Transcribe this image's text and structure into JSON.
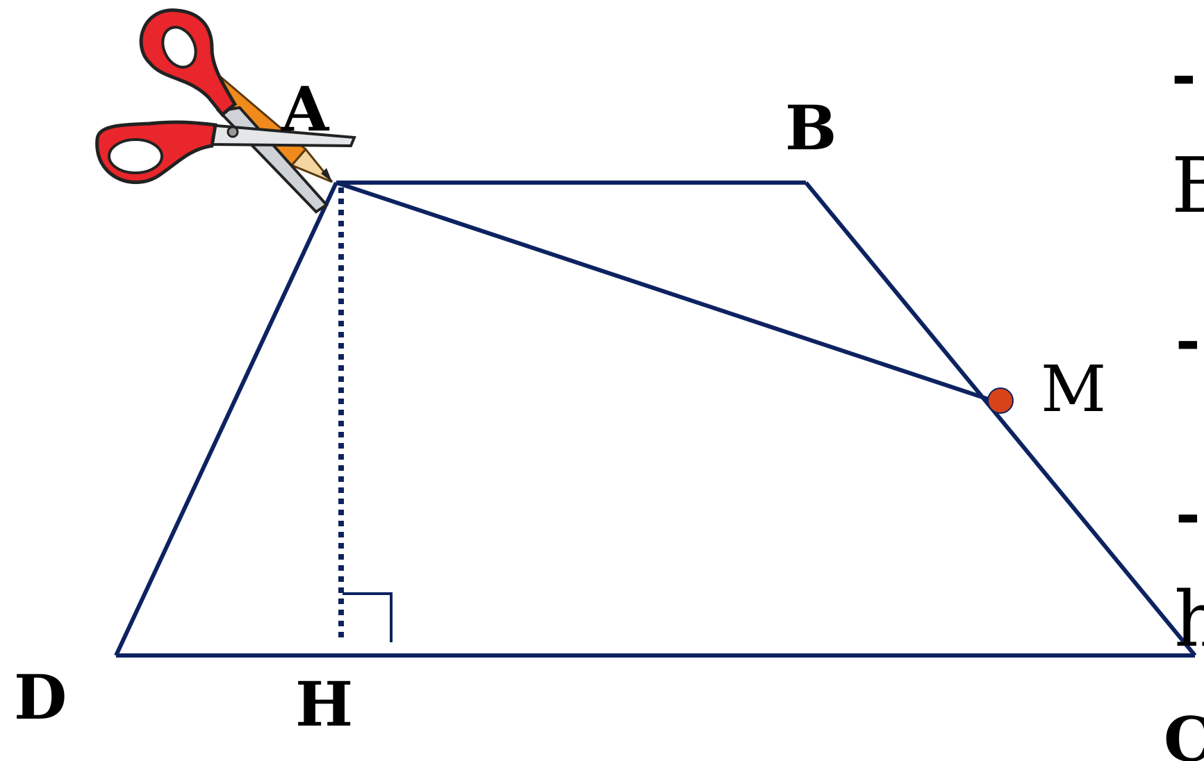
{
  "diagram": {
    "points": {
      "A": "A",
      "B": "B",
      "C": "C",
      "D": "D",
      "H": "H",
      "M": "M"
    },
    "right_text_fragments": [
      "-",
      "B",
      "-",
      "-",
      "h"
    ],
    "colors": {
      "line": "#0d2260",
      "point_m": "#d8431a",
      "scissors_handle": "#e8262b",
      "pencil_body": "#f08a1a"
    },
    "icons": [
      "scissors-icon",
      "pencil-icon"
    ]
  }
}
